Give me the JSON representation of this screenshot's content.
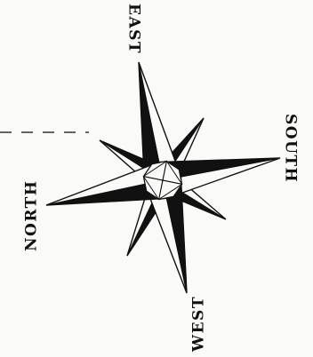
{
  "compass": {
    "labels": {
      "north": "NORTH",
      "east": "EAST",
      "south": "SOUTH",
      "west": "WEST"
    },
    "colors": {
      "ink": "#111111",
      "paper": "#fafaf8"
    },
    "icon": "compass-rose-icon"
  }
}
